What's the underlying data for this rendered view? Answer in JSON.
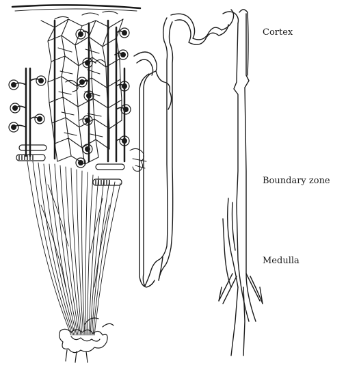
{
  "labels": {
    "cortex": "Cortex",
    "boundary_zone": "Boundary zone",
    "medulla": "Medulla"
  },
  "colors": {
    "ink": "#1a1a1a",
    "paper": "#ffffff"
  }
}
